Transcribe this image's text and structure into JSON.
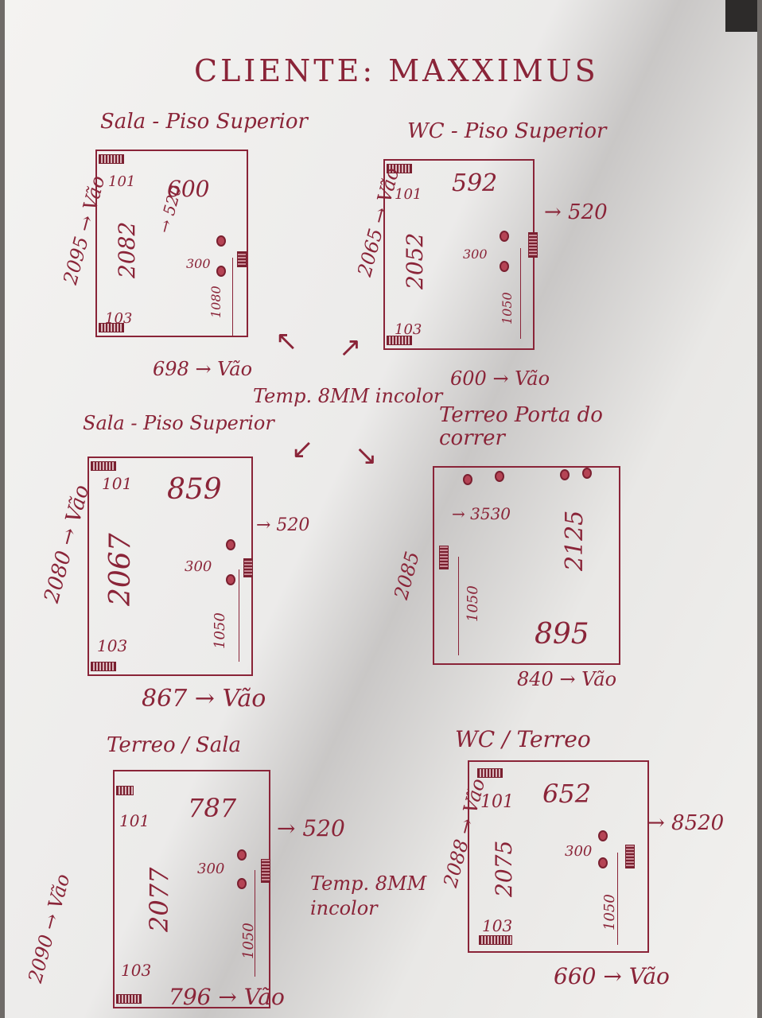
{
  "title": "CLIENTE: MAXXIMUS",
  "glass_note_top": "Temp. 8MM incolor",
  "glass_note_bottom": "Temp. 8MM incolor",
  "doors": [
    {
      "label": "Sala - Piso Superior",
      "width": "600",
      "height": "2082",
      "vao_height": "2095 → Vão",
      "vao_width": "698 → Vão",
      "top_offset": "101",
      "bottom_offset": "103",
      "handle_spacing": "300",
      "handle_height": "1080",
      "lock": "→ 520"
    },
    {
      "label": "WC - Piso Superior",
      "width": "592",
      "height": "2052",
      "vao_height": "2065 → Vão",
      "vao_width": "600 → Vão",
      "top_offset": "101",
      "bottom_offset": "103",
      "handle_spacing": "300",
      "handle_height": "1050",
      "lock": "→ 520"
    },
    {
      "label": "Sala - Piso Superior",
      "width": "859",
      "height": "2067",
      "vao_height": "2080 → Vão",
      "vao_width": "867 → Vão",
      "top_offset": "101",
      "bottom_offset": "103",
      "handle_spacing": "300",
      "handle_height": "1050",
      "lock": "→ 520"
    },
    {
      "label": "Terreo Porta do correr",
      "width": "895",
      "height": "2125",
      "vao_height": "2085",
      "vao_width": "840 → Vão",
      "handle_height": "1050",
      "lock": "→ 3530"
    },
    {
      "label": "Terreo / Sala",
      "width": "787",
      "height": "2077",
      "vao_height": "2090 → Vão",
      "vao_width": "796 → Vão",
      "top_offset": "101",
      "bottom_offset": "103",
      "handle_spacing": "300",
      "handle_height": "1050",
      "lock": "→ 520"
    },
    {
      "label": "WC / Terreo",
      "width": "652",
      "height": "2075",
      "vao_height": "2088 → Vão",
      "vao_width": "660 → Vão",
      "top_offset": "101",
      "bottom_offset": "103",
      "handle_spacing": "300",
      "handle_height": "1050",
      "lock": "→ 8520"
    }
  ],
  "colors": {
    "ink": "#8a2438",
    "paper": "#f2f1ef"
  }
}
